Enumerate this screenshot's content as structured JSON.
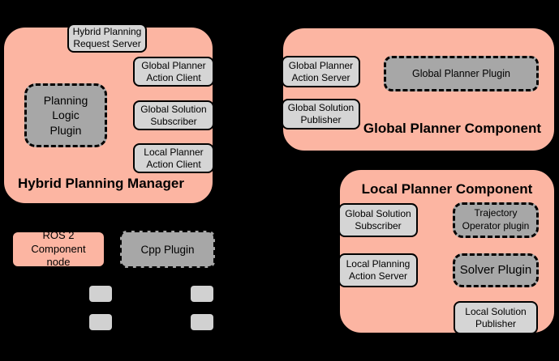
{
  "diagram": {
    "background_color": "#000000",
    "colors": {
      "component_node_fill": "#fcb5a2",
      "interface_box_fill": "#d5d5d5",
      "plugin_box_fill": "#a7a7a7",
      "border_color": "#000000"
    },
    "hybrid_planning_manager": {
      "title": "Hybrid Planning Manager",
      "request_server": "Hybrid Planning Request Server",
      "global_planner_action_client": "Global Planner Action Client",
      "global_solution_subscriber": "Global Solution Subscriber",
      "local_planner_action_client": "Local Planner Action Client",
      "planning_logic_plugin": "Planning Logic Plugin"
    },
    "global_planner_component": {
      "title": "Global Planner Component",
      "global_planner_action_server": "Global Planner Action Server",
      "global_solution_publisher": "Global Solution Publisher",
      "global_planner_plugin": "Global Planner Plugin"
    },
    "local_planner_component": {
      "title": "Local Planner Component",
      "global_solution_subscriber": "Global Solution Subscriber",
      "local_planning_action_server": "Local Planning Action Server",
      "trajectory_operator_plugin": "Trajectory Operator plugin",
      "solver_plugin": "Solver Plugin",
      "local_solution_publisher": "Local Solution Publisher"
    },
    "legend": {
      "ros2_component_node": "ROS 2 Component node",
      "cpp_plugin": "Cpp Plugin"
    }
  }
}
